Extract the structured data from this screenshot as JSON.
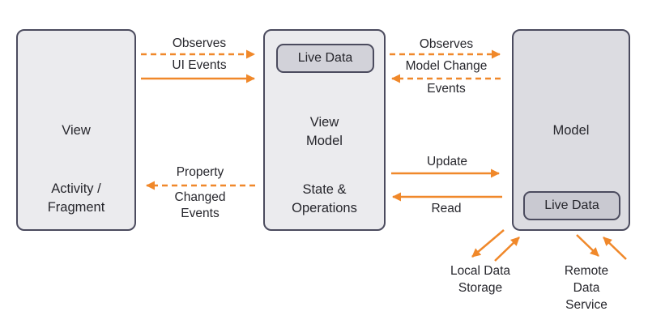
{
  "title": "MVVM architecture diagram",
  "colors": {
    "accent_orange": "#f0882a",
    "border_dark": "#4b4b5e",
    "box_fill": "#ebebee",
    "model_fill": "#dcdce1",
    "badge_fill": "#d2d2d9",
    "badge_fill_dark": "#c9c9d1",
    "text": "#26262c",
    "bg": "#ffffff"
  },
  "boxes": {
    "view": {
      "title": "View",
      "subtitle": "Activity /\nFragment"
    },
    "view_model": {
      "badge": "Live Data",
      "title": "View\nModel",
      "subtitle": "State &\nOperations"
    },
    "model": {
      "title": "Model",
      "badge": "Live Data"
    }
  },
  "labels": {
    "observes_left": "Observes",
    "ui_events": "UI Events",
    "observes_right": "Observes",
    "model_change": "Model Change",
    "events_right": "Events",
    "property": "Property",
    "changed": "Changed",
    "events_left": "Events",
    "update": "Update",
    "read": "Read",
    "local_data_storage": "Local Data\nStorage",
    "remote_data_service": "Remote Data\nService"
  }
}
